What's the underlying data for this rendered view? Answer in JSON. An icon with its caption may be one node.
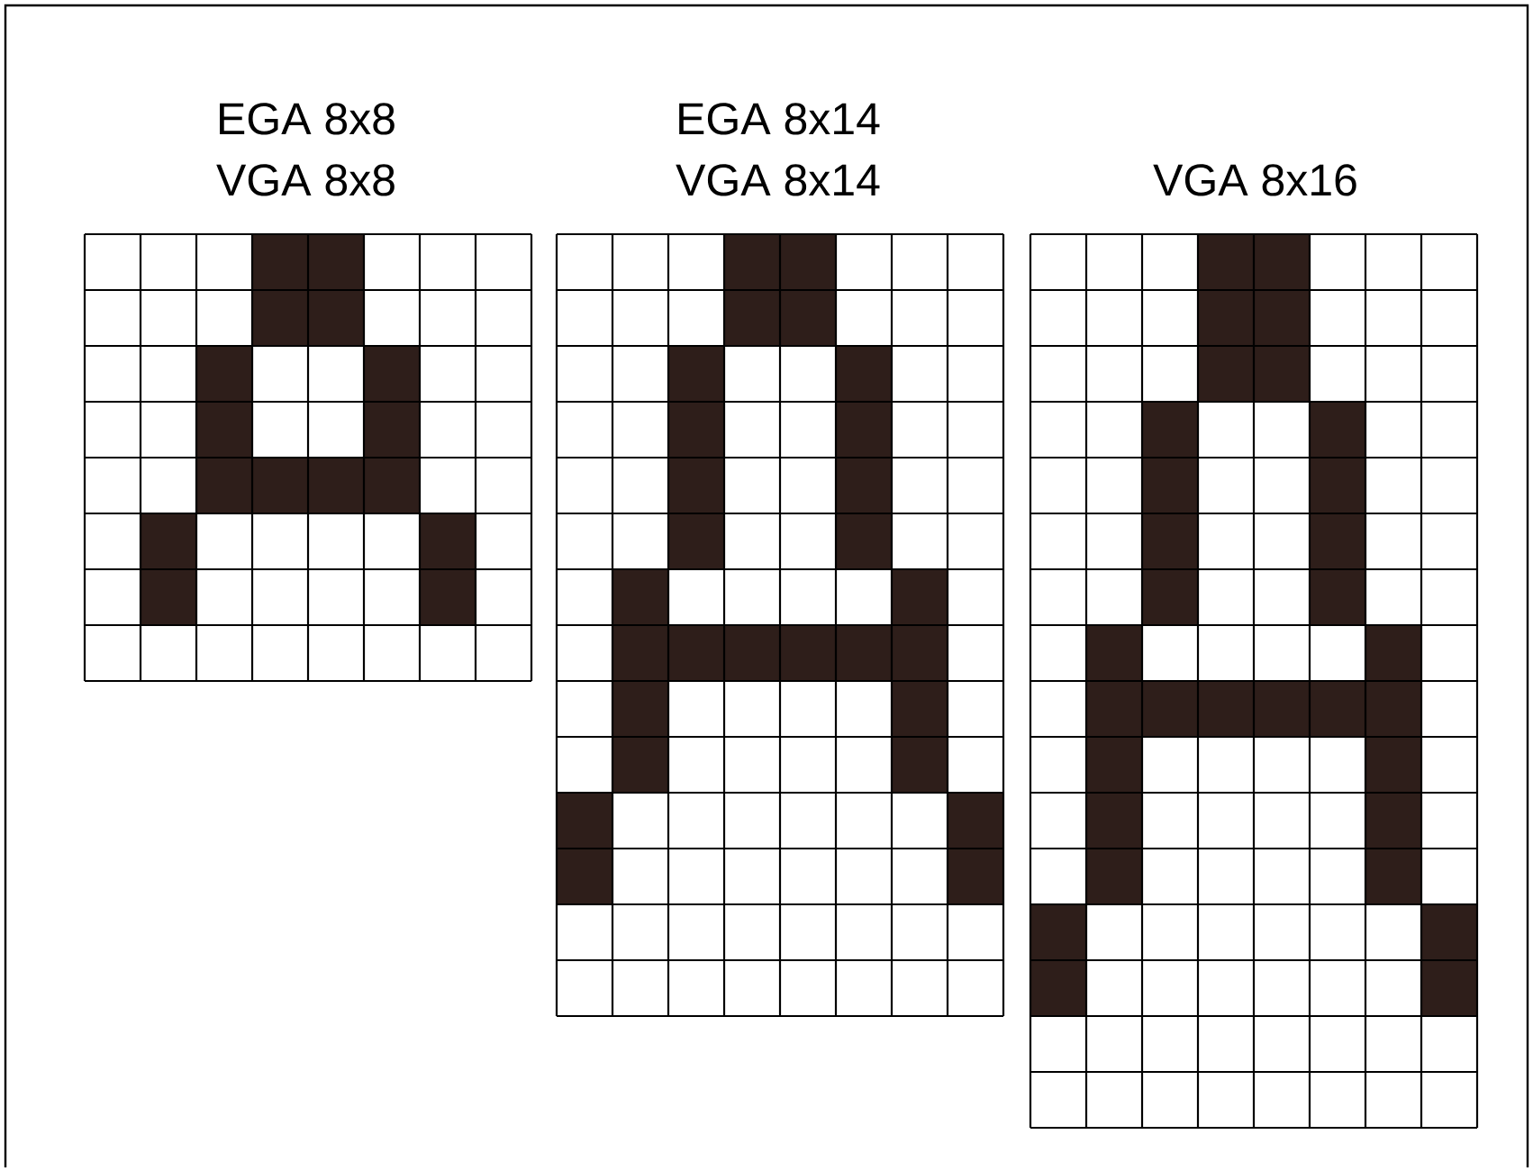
{
  "diagram": {
    "nodes": [
      {
        "text": [
          "EGA 8x8",
          "VGA 8x8"
        ]
      },
      {
        "text": [
          "EGA 8x14",
          "VGA 8x14"
        ]
      },
      {
        "text": [
          "VGA 8x16"
        ]
      }
    ]
  }
}
